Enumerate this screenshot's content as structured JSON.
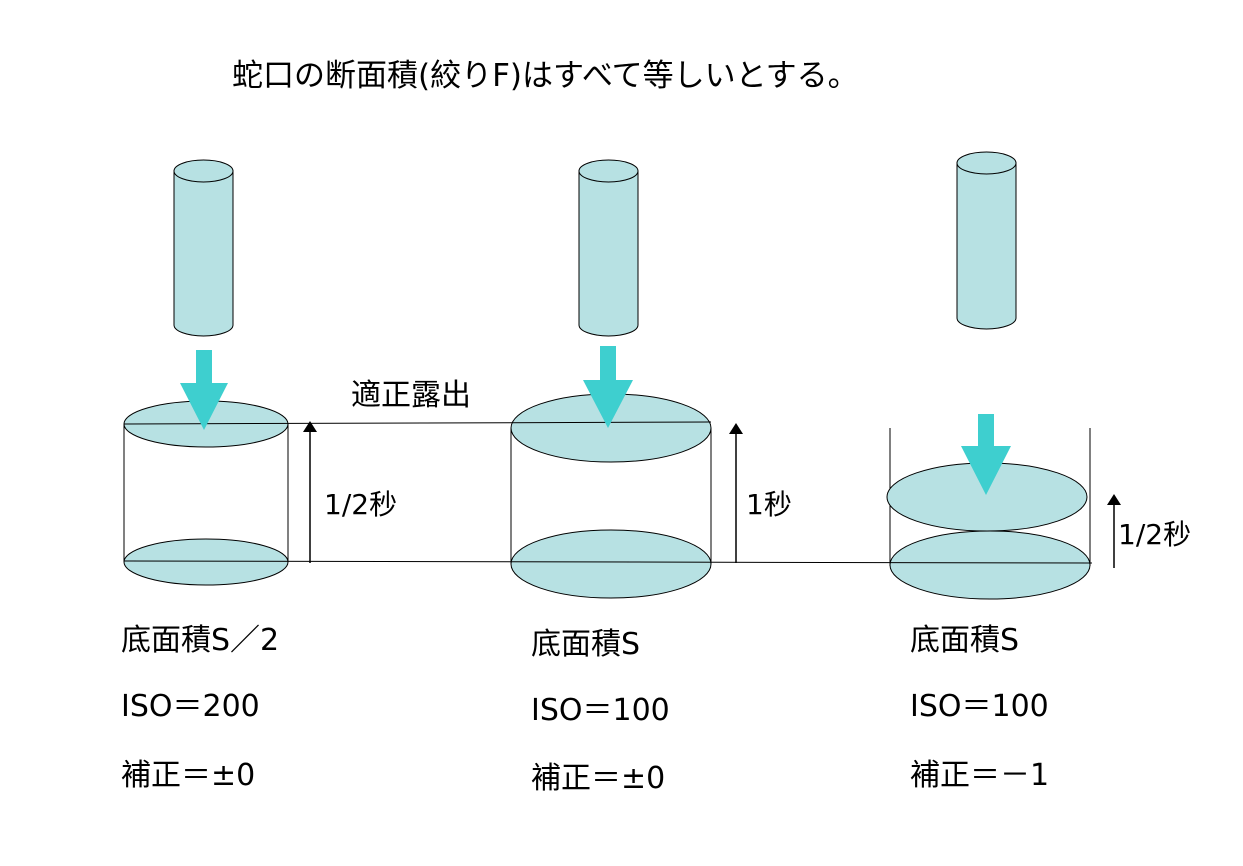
{
  "title": "蛇口の断面積(絞りF)はすべて等しいとする。",
  "exposure_label": "適正露出",
  "colors": {
    "faucet_fill": "#b7e1e3",
    "arrow": "#3ecfcf",
    "water_fill": "#b7e1e3",
    "line": "#000000"
  },
  "icons": {
    "faucet": "vertical-cylinder",
    "pour_arrow": "down-arrow",
    "time_arrow": "up-arrow"
  },
  "cases": [
    {
      "id": "left",
      "time_label": "1/2秒",
      "area_label": "底面積S／2",
      "iso_label": "ISO＝200",
      "comp_label": "補正＝±0"
    },
    {
      "id": "middle",
      "time_label": "1秒",
      "area_label": "底面積S",
      "iso_label": "ISO＝100",
      "comp_label": "補正＝±0"
    },
    {
      "id": "right",
      "time_label": "1/2秒",
      "area_label": "底面積S",
      "iso_label": "ISO＝100",
      "comp_label": "補正＝－1"
    }
  ]
}
